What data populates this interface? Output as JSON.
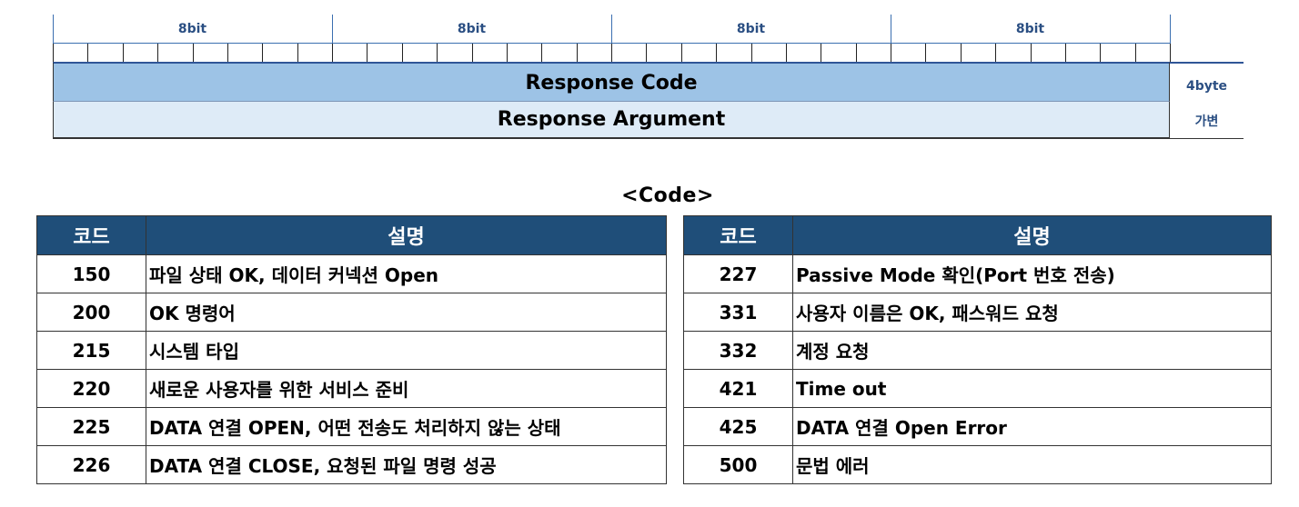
{
  "diagram": {
    "byte_labels": [
      "8bit",
      "8bit",
      "8bit",
      "8bit"
    ],
    "fields": [
      {
        "label": "Response Code",
        "size": "4byte"
      },
      {
        "label": "Response Argument",
        "size": "가변"
      }
    ]
  },
  "code_table": {
    "title": "<Code>",
    "headers": {
      "code": "코드",
      "desc": "설명"
    },
    "left_rows": [
      {
        "code": "150",
        "desc": "파일 상태 OK, 데이터 커넥션 Open"
      },
      {
        "code": "200",
        "desc": "OK 명령어"
      },
      {
        "code": "215",
        "desc": "시스템 타입"
      },
      {
        "code": "220",
        "desc": "새로운 사용자를 위한 서비스 준비"
      },
      {
        "code": "225",
        "desc": "DATA 연결 OPEN,  어떤 전송도 처리하지 않는 상태"
      },
      {
        "code": "226",
        "desc": "DATA 연결 CLOSE,  요청된 파일 명령 성공"
      }
    ],
    "right_rows": [
      {
        "code": "227",
        "desc": "Passive Mode 확인(Port 번호 전송)"
      },
      {
        "code": "331",
        "desc": "사용자 이름은 OK, 패스워드 요청"
      },
      {
        "code": "332",
        "desc": "계정 요청"
      },
      {
        "code": "421",
        "desc": "Time out"
      },
      {
        "code": "425",
        "desc": "DATA 연결 Open Error"
      },
      {
        "code": "500",
        "desc": " 문법 에러"
      }
    ]
  },
  "colors": {
    "header_bg": "#1f4e79",
    "code_field_bg": "#9dc3e6",
    "argument_field_bg": "#deebf7",
    "label_text": "#2b4f83"
  }
}
